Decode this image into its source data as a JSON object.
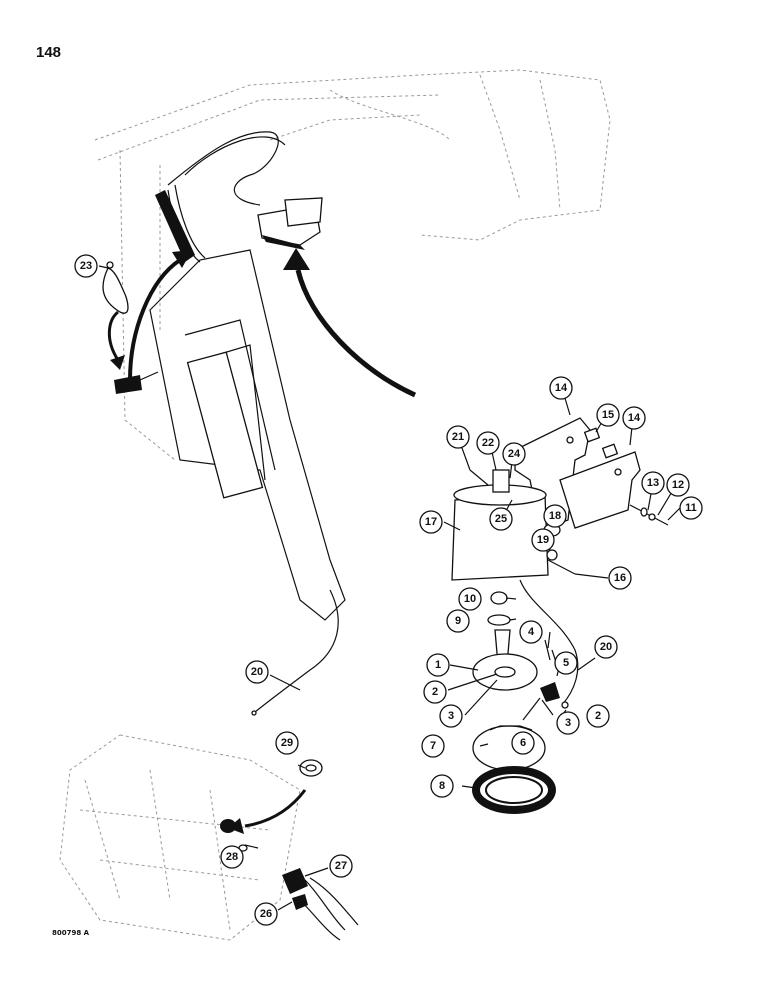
{
  "page": {
    "number": "148",
    "figure_code": "800798 A"
  },
  "colors": {
    "ink": "#111111",
    "ghost": "#9a9a9a",
    "paper": "#ffffff"
  },
  "callouts": [
    "1",
    "2",
    "2",
    "3",
    "3",
    "4",
    "5",
    "6",
    "7",
    "8",
    "9",
    "10",
    "11",
    "12",
    "13",
    "14",
    "14",
    "15",
    "16",
    "17",
    "18",
    "19",
    "20",
    "20",
    "21",
    "22",
    "23",
    "24",
    "25",
    "26",
    "27",
    "28",
    "29"
  ]
}
